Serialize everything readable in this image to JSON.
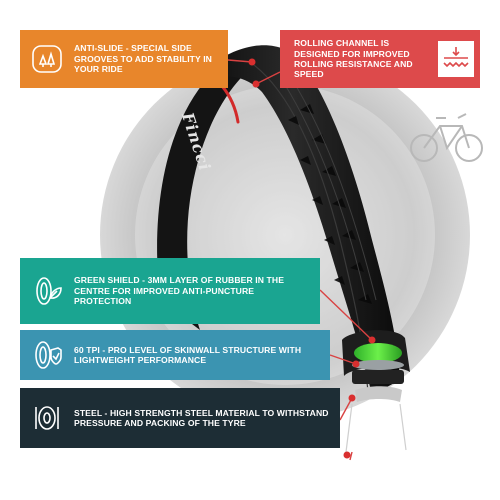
{
  "callouts": {
    "anti_slide": "ANTI-SLIDE - SPECIAL SIDE GROOVES TO ADD STABILITY IN YOUR RIDE",
    "rolling_channel": "ROLLING CHANNEL IS DESIGNED FOR IMPROVED ROLLING RESISTANCE AND SPEED",
    "green_shield": "GREEN SHIELD - 3MM LAYER OF RUBBER IN THE CENTRE FOR IMPROVED ANTI-PUNCTURE PROTECTION",
    "tpi": "60 TPI - PRO LEVEL OF SKINWALL STRUCTURE WITH LIGHTWEIGHT PERFORMANCE",
    "steel": "STEEL - HIGH STRENGTH STEEL MATERIAL TO WITHSTAND PRESSURE AND PACKING OF THE TYRE"
  },
  "brand": {
    "logo_text": "Fincci"
  },
  "colors": {
    "orange": "#e8862b",
    "red": "#dd4a4b",
    "green": "#1aa591",
    "blue": "#3b94b1",
    "dark": "#1d2d35",
    "tyre": "#1a1a1a",
    "shield_green": "#5fdc3c"
  },
  "icons": {
    "anti_slide": "tyre-with-trees-icon",
    "rolling_channel": "tread-profile-icon",
    "green_shield": "tyre-leaf-icon",
    "tpi": "tyre-shield-icon",
    "steel": "tyre-cross-section-icon",
    "bicycle": "bicycle-icon"
  }
}
